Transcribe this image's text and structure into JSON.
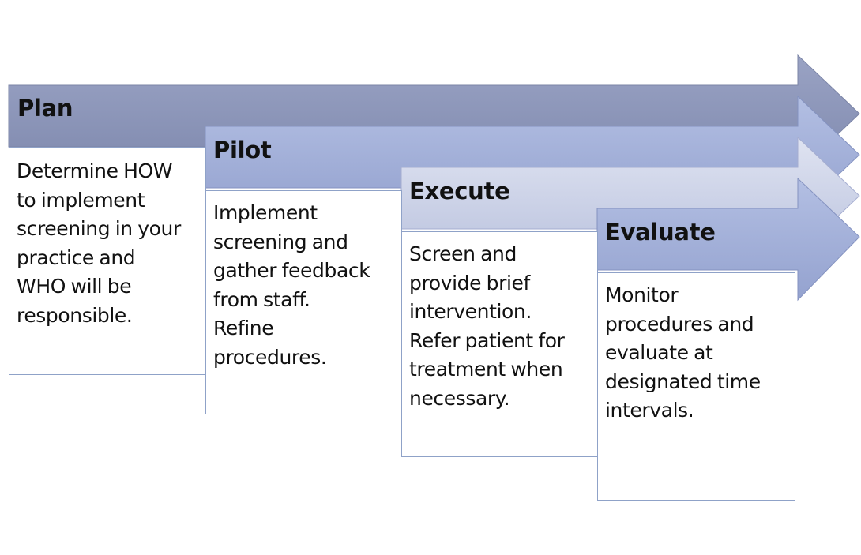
{
  "stages": [
    {
      "title": "Plan",
      "description": [
        "Determine HOW",
        "to implement",
        "screening in your",
        "practice and",
        "WHO will be",
        "responsible."
      ],
      "color": "#8b95b8"
    },
    {
      "title": "Pilot",
      "description": [
        "Implement",
        "screening and",
        "gather feedback",
        "from staff.",
        "Refine",
        "procedures."
      ],
      "color": "#a2afd8"
    },
    {
      "title": "Execute",
      "description": [
        "Screen and",
        "provide brief",
        "intervention.",
        "Refer patient for",
        "treatment when",
        "necessary."
      ],
      "color": "#cdd3e8"
    },
    {
      "title": "Evaluate",
      "description": [
        "Monitor",
        "procedures and",
        "evaluate at",
        "designated time",
        "intervals."
      ],
      "color": "#a2afd8"
    }
  ]
}
